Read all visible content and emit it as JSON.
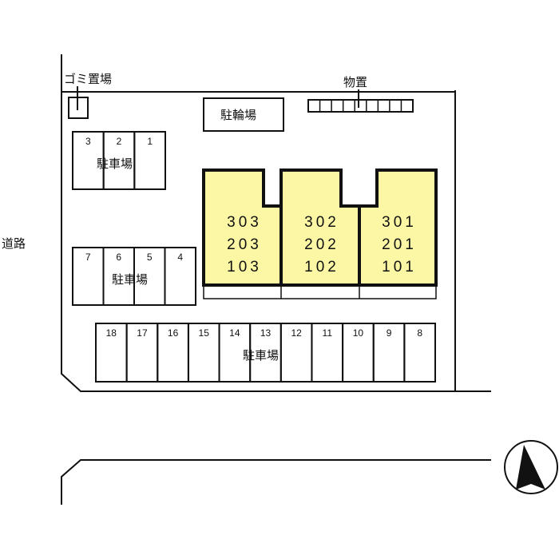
{
  "labels": {
    "garbage": "ゴミ置場",
    "bicycle_parking": "駐輪場",
    "storage": "物置",
    "road": "道路",
    "parking": "駐車場"
  },
  "parking_lots": [
    {
      "spaces": [
        "3",
        "2",
        "1"
      ]
    },
    {
      "spaces": [
        "7",
        "6",
        "5",
        "4"
      ]
    },
    {
      "spaces": [
        "18",
        "17",
        "16",
        "15",
        "14",
        "13",
        "12",
        "11",
        "10",
        "9",
        "8"
      ]
    }
  ],
  "buildings": [
    {
      "units": [
        "303",
        "203",
        "103"
      ]
    },
    {
      "units": [
        "302",
        "202",
        "102"
      ]
    },
    {
      "units": [
        "301",
        "201",
        "101"
      ]
    }
  ],
  "colors": {
    "building_fill": "#fbf7a4",
    "line": "#111111"
  }
}
